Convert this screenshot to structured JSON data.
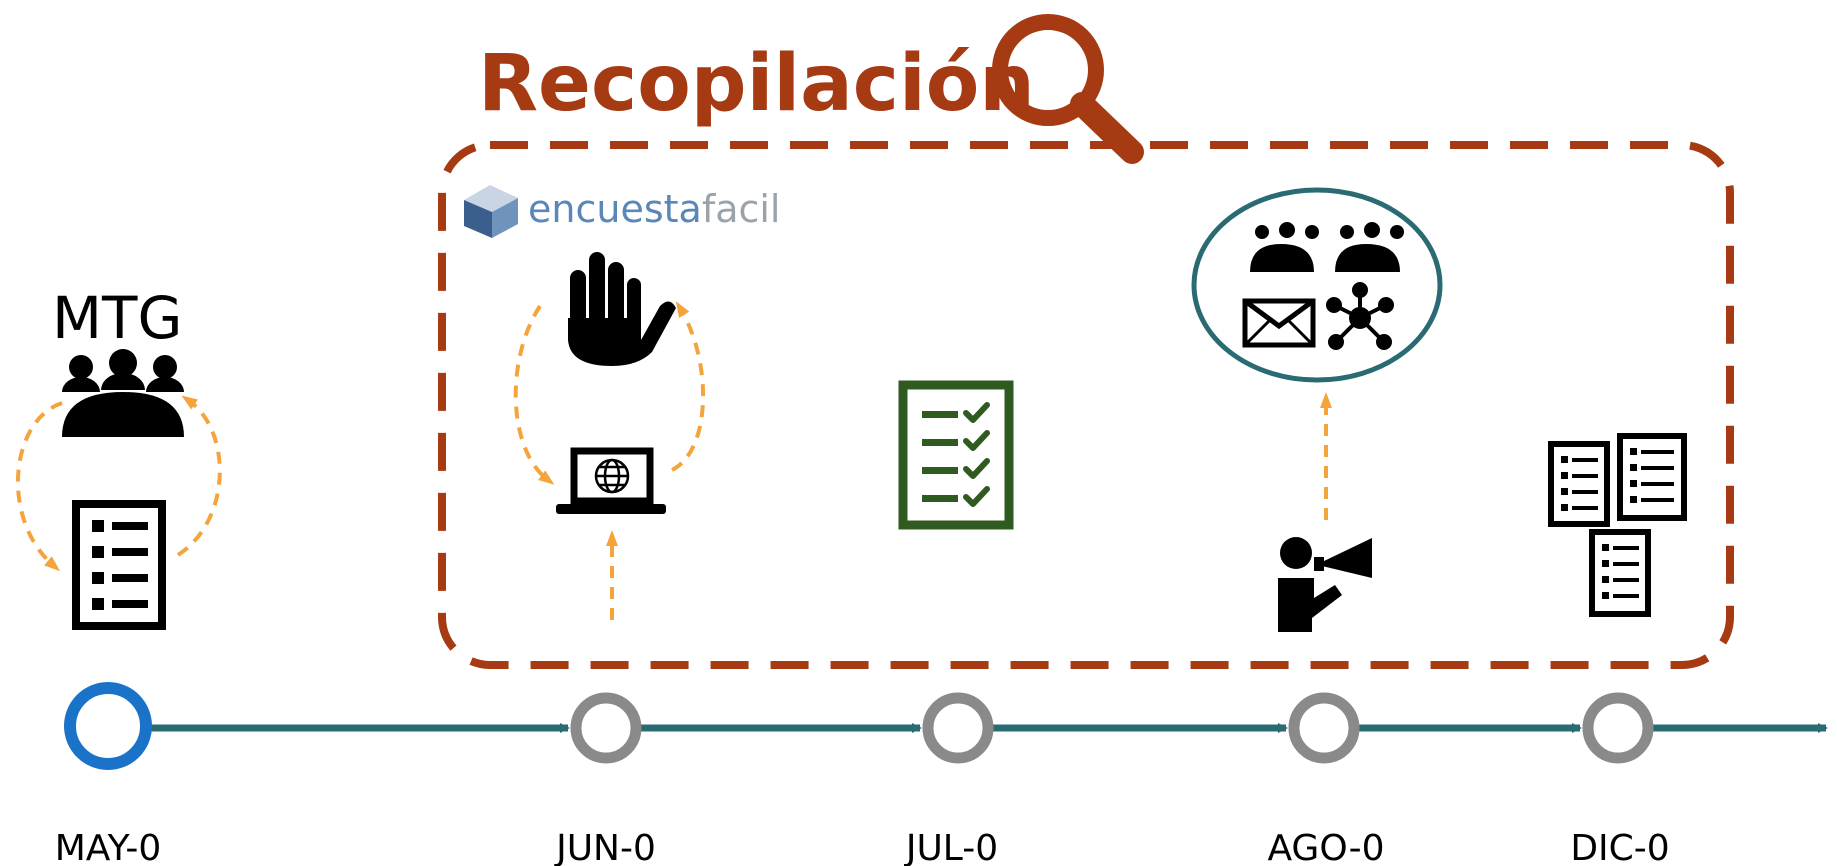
{
  "title": "Recopilación",
  "logo_text": {
    "part1": "encuesta",
    "part2": "facil"
  },
  "mtg_label": "MTG",
  "milestones": [
    {
      "label": "MAY-0"
    },
    {
      "label": "JUN-0"
    },
    {
      "label": "JUL-0"
    },
    {
      "label": "AGO-0"
    },
    {
      "label": "DIC-0"
    }
  ],
  "colors": {
    "brand_rust": "#A63A12",
    "timeline_teal": "#2A6B73",
    "first_node_blue": "#1A73C8",
    "node_gray": "#8A8A8A",
    "arrow_orange": "#F4A43A",
    "checklist_green": "#2F5A20",
    "logo_blue": "#5A87B8",
    "logo_gray": "#9BA3AA",
    "icon_black": "#000000"
  },
  "icons": [
    "search-icon",
    "meeting-icon",
    "document-list-icon",
    "stop-hand-icon",
    "laptop-globe-icon",
    "checklist-icon",
    "channels-cluster",
    "megaphone-person-icon",
    "documents-stack-icon"
  ]
}
